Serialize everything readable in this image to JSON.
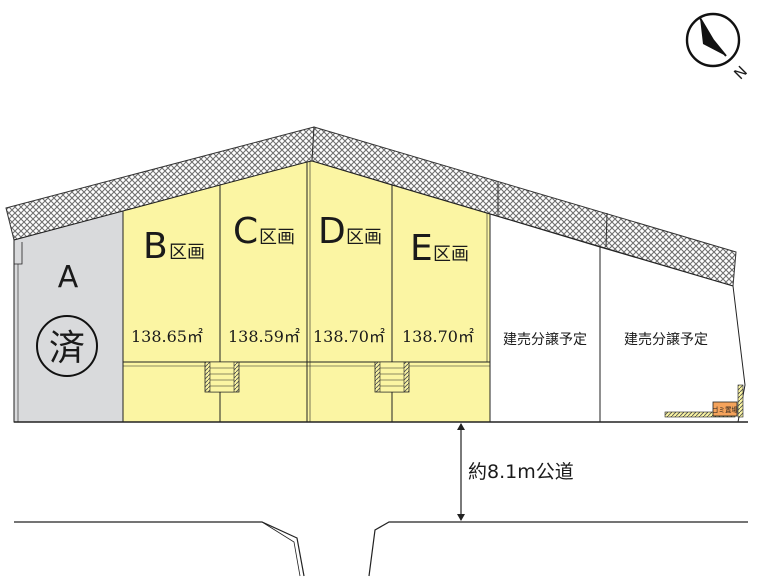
{
  "colors": {
    "sold": "#d9dadc",
    "available": "#fbf5a3",
    "hatch": "#7c7c7c",
    "line": "#222222",
    "garbage": "#f5a35c"
  },
  "compass": {
    "label": "N"
  },
  "plots": [
    {
      "id": "A",
      "letter": "A",
      "suffix": "",
      "area": "",
      "status": "済"
    },
    {
      "id": "B",
      "letter": "B",
      "suffix": "区画",
      "area": "138.65㎡",
      "status": ""
    },
    {
      "id": "C",
      "letter": "C",
      "suffix": "区画",
      "area": "138.59㎡",
      "status": ""
    },
    {
      "id": "D",
      "letter": "D",
      "suffix": "区画",
      "area": "138.70㎡",
      "status": ""
    },
    {
      "id": "E",
      "letter": "E",
      "suffix": "区画",
      "area": "138.70㎡",
      "status": ""
    },
    {
      "id": "F",
      "letter": "",
      "suffix": "",
      "area": "",
      "status": "建売分譲予定"
    },
    {
      "id": "G",
      "letter": "",
      "suffix": "",
      "area": "",
      "status": "建売分譲予定"
    }
  ],
  "garbage_station": "ゴミ置場",
  "road": {
    "label": "約8.1m公道"
  }
}
